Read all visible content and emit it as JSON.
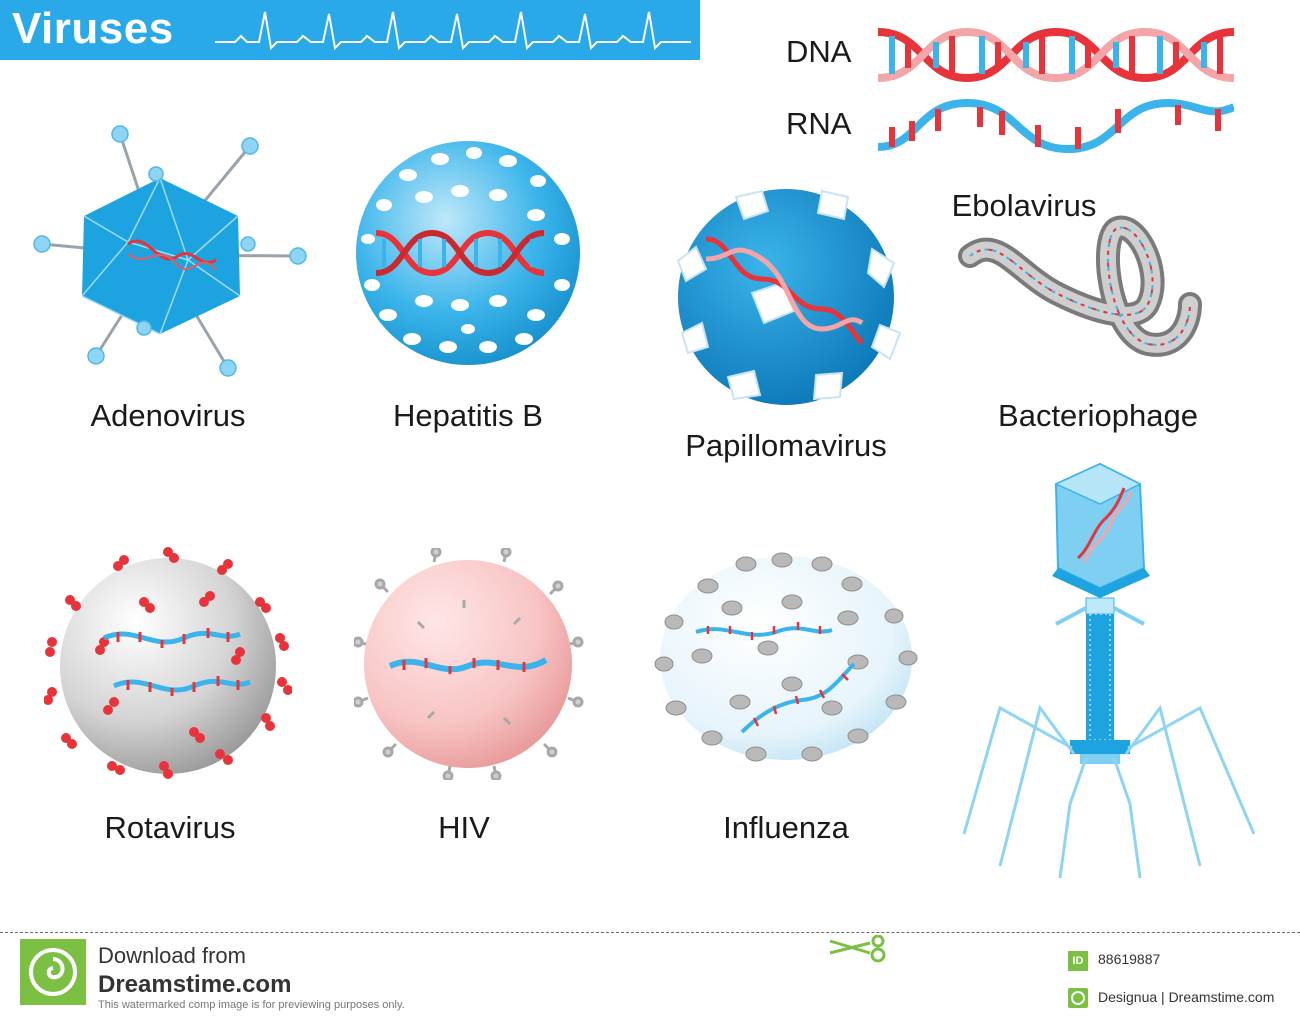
{
  "header": {
    "title": "Viruses"
  },
  "legend": {
    "dna": "DNA",
    "rna": "RNA"
  },
  "viruses": [
    {
      "id": "adenovirus",
      "label": "Adenovirus"
    },
    {
      "id": "hepatitis-b",
      "label": "Hepatitis B"
    },
    {
      "id": "papillomavirus",
      "label": "Papillomavirus"
    },
    {
      "id": "ebolavirus",
      "label": "Ebolavirus"
    },
    {
      "id": "bacteriophage",
      "label": "Bacteriophage"
    },
    {
      "id": "rotavirus",
      "label": "Rotavirus"
    },
    {
      "id": "hiv",
      "label": "HIV"
    },
    {
      "id": "influenza",
      "label": "Influenza"
    }
  ],
  "footer": {
    "download_from": "Download from",
    "site": "Dreamstime.com",
    "disclaimer": "This watermarked comp image is for previewing purposes only.",
    "id_badge": "ID",
    "id_number": "88619887",
    "credit": "Designua | Dreamstime.com"
  },
  "colors": {
    "accent_blue": "#29a9e8",
    "dna_red": "#e8333a",
    "dna_blue": "#3ab4ea"
  }
}
